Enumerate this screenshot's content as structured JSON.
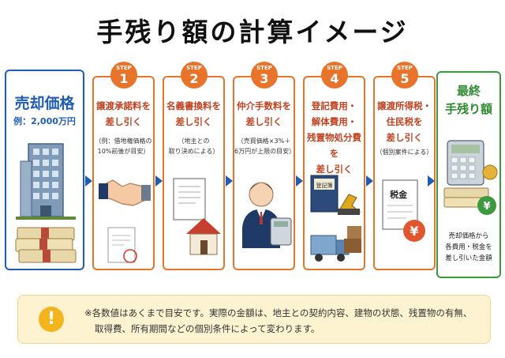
{
  "title": "手残り額の計算イメージ",
  "start": {
    "title": "売却価格",
    "example": "例：2,000万円"
  },
  "steps": [
    {
      "label": "STEP",
      "number": "1",
      "lines": [
        "譲渡承諾料を",
        "差し引く"
      ],
      "notes": [
        "（例：借地権価格の",
        "10%前後が目安）"
      ]
    },
    {
      "label": "STEP",
      "number": "2",
      "lines": [
        "名義書換料を",
        "差し引く"
      ],
      "notes": [
        "（地主との",
        "取り決めによる）"
      ]
    },
    {
      "label": "STEP",
      "number": "3",
      "lines": [
        "仲介手数料を",
        "差し引く"
      ],
      "notes": [
        "（売買価格×3%＋",
        "6万円が上限の目安）"
      ]
    },
    {
      "label": "STEP",
      "number": "4",
      "lines": [
        "登記費用・",
        "解体費用・",
        "残置物処分費を",
        "差し引く"
      ],
      "notes": []
    },
    {
      "label": "STEP",
      "number": "5",
      "lines": [
        "譲渡所得税・",
        "住民税を",
        "差し引く"
      ],
      "notes": [
        "（個別案件による）"
      ]
    }
  ],
  "end": {
    "lines": [
      "最終",
      "手残り額"
    ],
    "notes": [
      "売却価格から",
      "各費用・税金を",
      "差し引いた金額"
    ]
  },
  "illustrations": {
    "registry_book": "登記簿",
    "tax_doc": "税金",
    "yen": "¥"
  },
  "notice": {
    "icon": "!",
    "line1": "※各数値はあくまで目安です。実際の金額は、地主との契約内容、建物の状態、残置物の有無、",
    "line2": "取得費、所有期間などの個別条件によって変わります。"
  },
  "colors": {
    "blue": "#1e5db4",
    "orange": "#e8732a",
    "green": "#3c9a3e",
    "notice_bg": "#fdf3d0"
  }
}
